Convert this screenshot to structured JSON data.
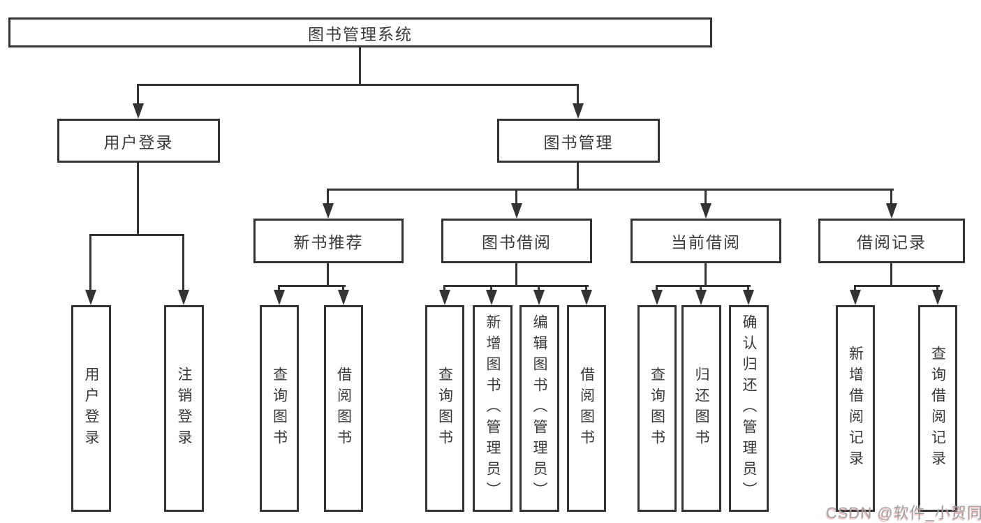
{
  "nodes": {
    "root": {
      "label": "图书管理系统"
    },
    "user_login": {
      "label": "用户登录"
    },
    "book_management": {
      "label": "图书管理"
    },
    "new_book_recommend": {
      "label": "新书推荐"
    },
    "book_borrowing": {
      "label": "图书借阅"
    },
    "current_borrowing": {
      "label": "当前借阅"
    },
    "borrowing_records": {
      "label": "借阅记录"
    },
    "login_leaf": {
      "label": "用户登录"
    },
    "logout_leaf": {
      "label": "注销登录"
    },
    "nb_query": {
      "label": "查询图书"
    },
    "nb_borrow": {
      "label": "借阅图书"
    },
    "bb_query": {
      "label": "查询图书"
    },
    "bb_add": {
      "label": "新增图书（管理员）"
    },
    "bb_edit": {
      "label": "编辑图书（管理员）"
    },
    "bb_borrow": {
      "label": "借阅图书"
    },
    "cb_query": {
      "label": "查询图书"
    },
    "cb_return": {
      "label": "归还图书"
    },
    "cb_confirm": {
      "label": "确认归还（管理员）"
    },
    "br_add": {
      "label": "新增借阅记录"
    },
    "br_query": {
      "label": "查询借阅记录"
    }
  },
  "watermark": {
    "text": "CSDN @软件_小贺同学"
  },
  "colors": {
    "line": "#333333",
    "text": "#3a3a3a",
    "background": "#ffffff",
    "watermark": "#a3a3a3"
  }
}
